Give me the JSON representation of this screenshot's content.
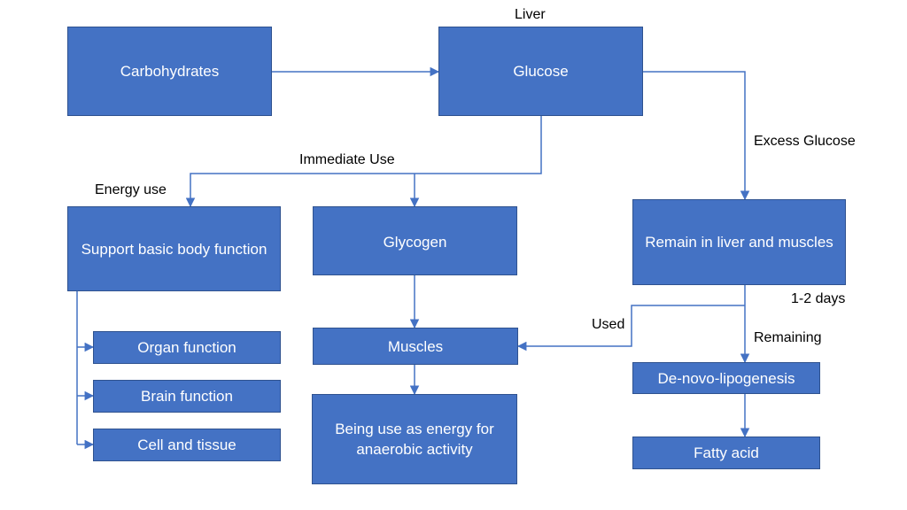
{
  "colors": {
    "box_fill": "#4472c4",
    "box_border": "#2f528f",
    "connector": "#4472c4",
    "text_on_box": "#ffffff"
  },
  "nodes": {
    "carbohydrates": "Carbohydrates",
    "glucose": "Glucose",
    "support": "Support basic body function",
    "glycogen": "Glycogen",
    "remain": "Remain in liver and muscles",
    "organ": "Organ function",
    "brain": "Brain function",
    "cell": "Cell and tissue",
    "muscles": "Muscles",
    "anaerobic": "Being use as energy for anaerobic activity",
    "denovo": "De-novo-lipogenesis",
    "fatty": "Fatty acid"
  },
  "labels": {
    "liver": "Liver",
    "immediate_use": "Immediate Use",
    "energy_use": "Energy use",
    "excess_glucose": "Excess Glucose",
    "days": "1-2 days",
    "used": "Used",
    "remaining": "Remaining"
  }
}
